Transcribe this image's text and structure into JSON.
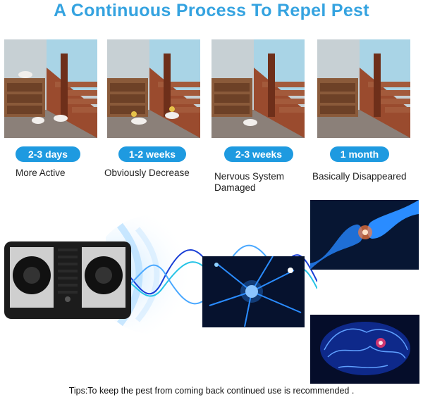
{
  "title": "A Continuous Process To Repel Pest",
  "stages": [
    {
      "duration": "2-3 days",
      "caption_line1": "More Active",
      "caption_line2": ""
    },
    {
      "duration": "1-2 weeks",
      "caption_line1": "Obviously Decrease",
      "caption_line2": ""
    },
    {
      "duration": "2-3 weeks",
      "caption_line1": "Nervous System",
      "caption_line2": "Damaged"
    },
    {
      "duration": "1 month",
      "caption_line1": "Basically Disappeared",
      "caption_line2": ""
    }
  ],
  "tips": "Tips:To keep the pest from coming back continued use is recommended .",
  "colors": {
    "accent": "#35a3e0",
    "pill": "#1e9ae0",
    "neuron": "#2a8cff",
    "brain": "#1a4cff"
  }
}
